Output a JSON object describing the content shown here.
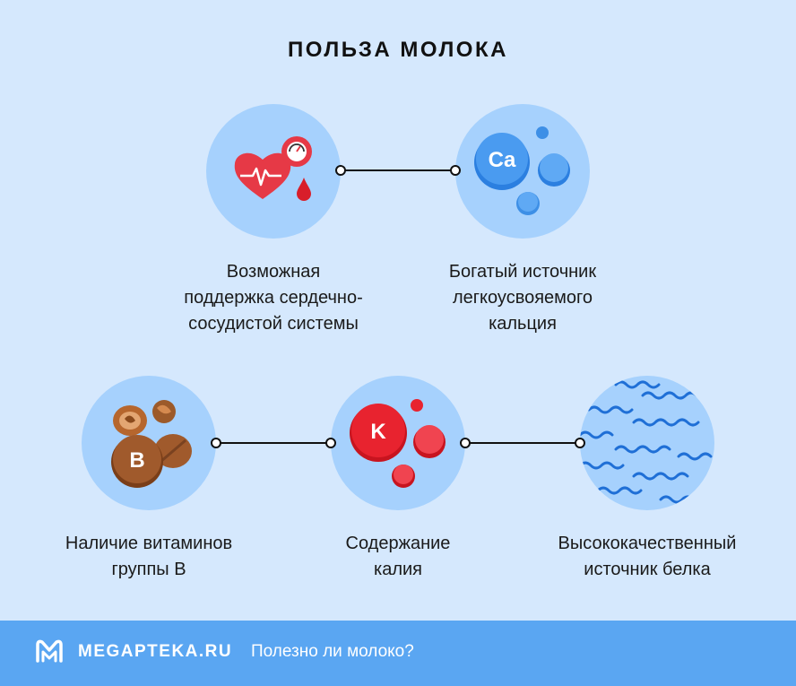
{
  "title": "ПОЛЬЗА МОЛОКА",
  "benefits": [
    {
      "icon": "heart-health-icon",
      "caption": "Возможная\nподдержка сердечно-\nсосудистой системы"
    },
    {
      "icon": "calcium-molecules-icon",
      "icon_text": "Ca",
      "caption": "Богатый источник\nлегкоусвояемого\nкальция"
    },
    {
      "icon": "nuts-vitamin-b-icon",
      "icon_text": "B",
      "caption": "Наличие витаминов\nгруппы В"
    },
    {
      "icon": "potassium-molecules-icon",
      "icon_text": "K",
      "caption": "Содержание\nкалия"
    },
    {
      "icon": "protein-strands-icon",
      "caption": "Высококачественный\nисточник белка"
    }
  ],
  "footer": {
    "brand": "MEGAPTEKA.RU",
    "text": "Полезно ли молоко?"
  },
  "colors": {
    "background": "#d5e8fd",
    "circle": "#a6d1fd",
    "footer": "#5aa6f2",
    "heart_red": "#e63946",
    "calcium_blue": "#3d8fe6",
    "potassium_red": "#e8232f",
    "nut_brown": "#a05a2c"
  }
}
